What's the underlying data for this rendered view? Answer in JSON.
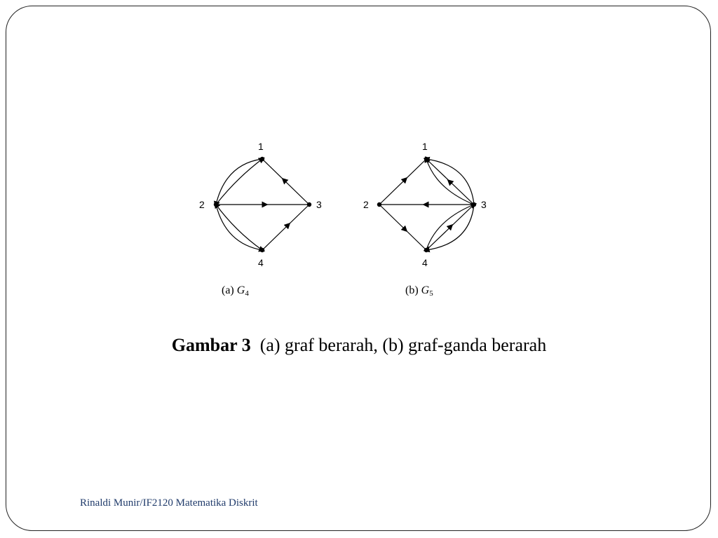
{
  "figure": {
    "graphs": [
      {
        "id": "G4",
        "caption_prefix": "(a) ",
        "caption_var": "G",
        "caption_sub": "4",
        "vertices": [
          "1",
          "2",
          "3",
          "4"
        ],
        "edges": [
          {
            "from": "2",
            "to": "1",
            "shape": "arc-upper"
          },
          {
            "from": "1",
            "to": "2",
            "shape": "arc-lower"
          },
          {
            "from": "3",
            "to": "1",
            "shape": "straight"
          },
          {
            "from": "2",
            "to": "3",
            "shape": "straight"
          },
          {
            "from": "2",
            "to": "4",
            "shape": "arc-lower"
          },
          {
            "from": "4",
            "to": "2",
            "shape": "arc-upper"
          },
          {
            "from": "4",
            "to": "3",
            "shape": "straight"
          }
        ]
      },
      {
        "id": "G5",
        "caption_prefix": "(b) ",
        "caption_var": "G",
        "caption_sub": "5",
        "vertices": [
          "1",
          "2",
          "3",
          "4"
        ],
        "edges": [
          {
            "from": "2",
            "to": "1",
            "shape": "straight"
          },
          {
            "from": "3",
            "to": "1",
            "shape": "arc-outer"
          },
          {
            "from": "3",
            "to": "1",
            "shape": "straight"
          },
          {
            "from": "3",
            "to": "1",
            "shape": "arc-inner"
          },
          {
            "from": "3",
            "to": "2",
            "shape": "straight"
          },
          {
            "from": "2",
            "to": "4",
            "shape": "straight"
          },
          {
            "from": "3",
            "to": "4",
            "shape": "arc-outer"
          },
          {
            "from": "4",
            "to": "3",
            "shape": "straight"
          },
          {
            "from": "4",
            "to": "3",
            "shape": "arc-inner"
          }
        ]
      }
    ]
  },
  "caption": {
    "label": "Gambar 3",
    "text": "(a) graf berarah, (b) graf-ganda berarah"
  },
  "footer": {
    "text": "Rinaldi Munir/IF2120 Matematika Diskrit"
  }
}
